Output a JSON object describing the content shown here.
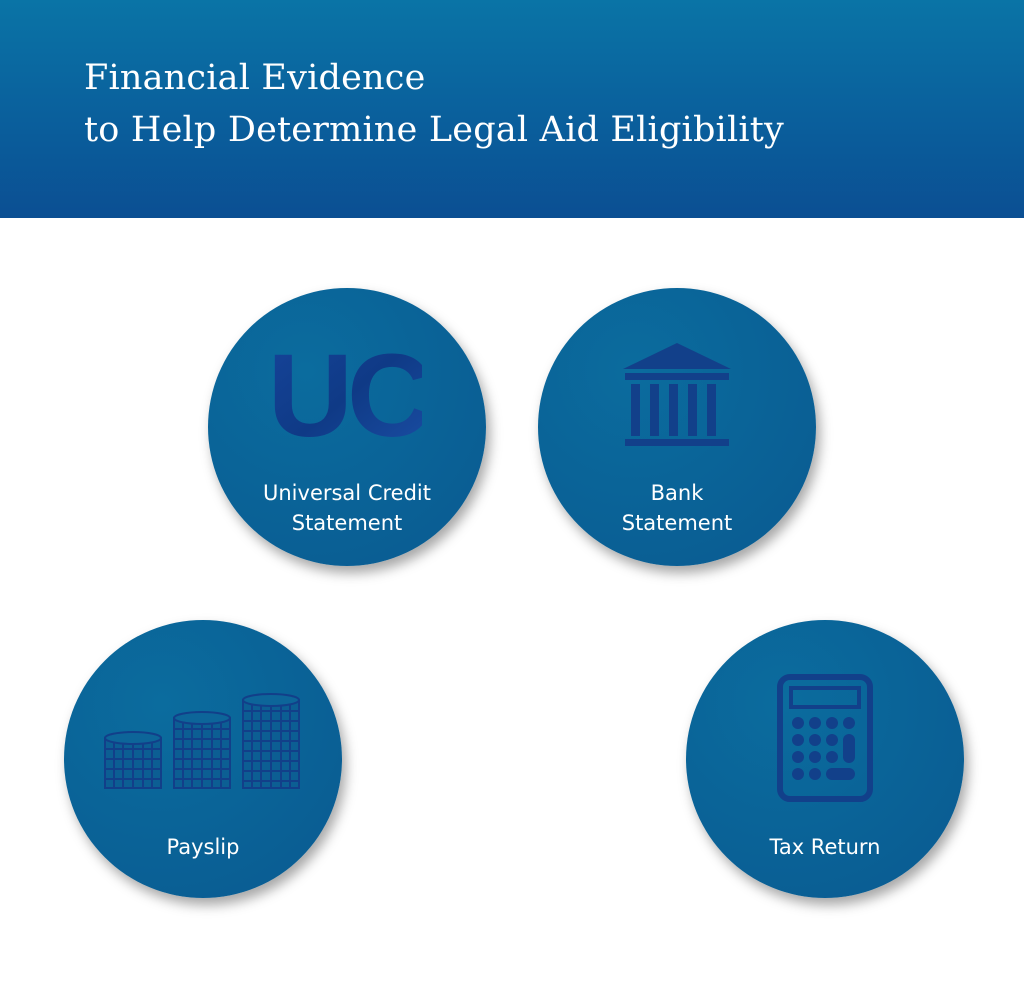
{
  "header": {
    "title_line1": "Financial Evidence",
    "title_line2": "to Help Determine Legal Aid Eligibility"
  },
  "items": [
    {
      "icon": "uc-logo-icon",
      "label_line1": "Universal Credit",
      "label_line2": "Statement",
      "icon_text": "UC"
    },
    {
      "icon": "bank-icon",
      "label_line1": "Bank",
      "label_line2": "Statement"
    },
    {
      "icon": "coin-stacks-icon",
      "label_line1": "Payslip"
    },
    {
      "icon": "calculator-icon",
      "label_line1": "Tax Return"
    }
  ],
  "colors": {
    "banner": "#0a5f9c",
    "circle": "#0a6196",
    "icon_dark": "#113f88",
    "text": "#ffffff"
  }
}
